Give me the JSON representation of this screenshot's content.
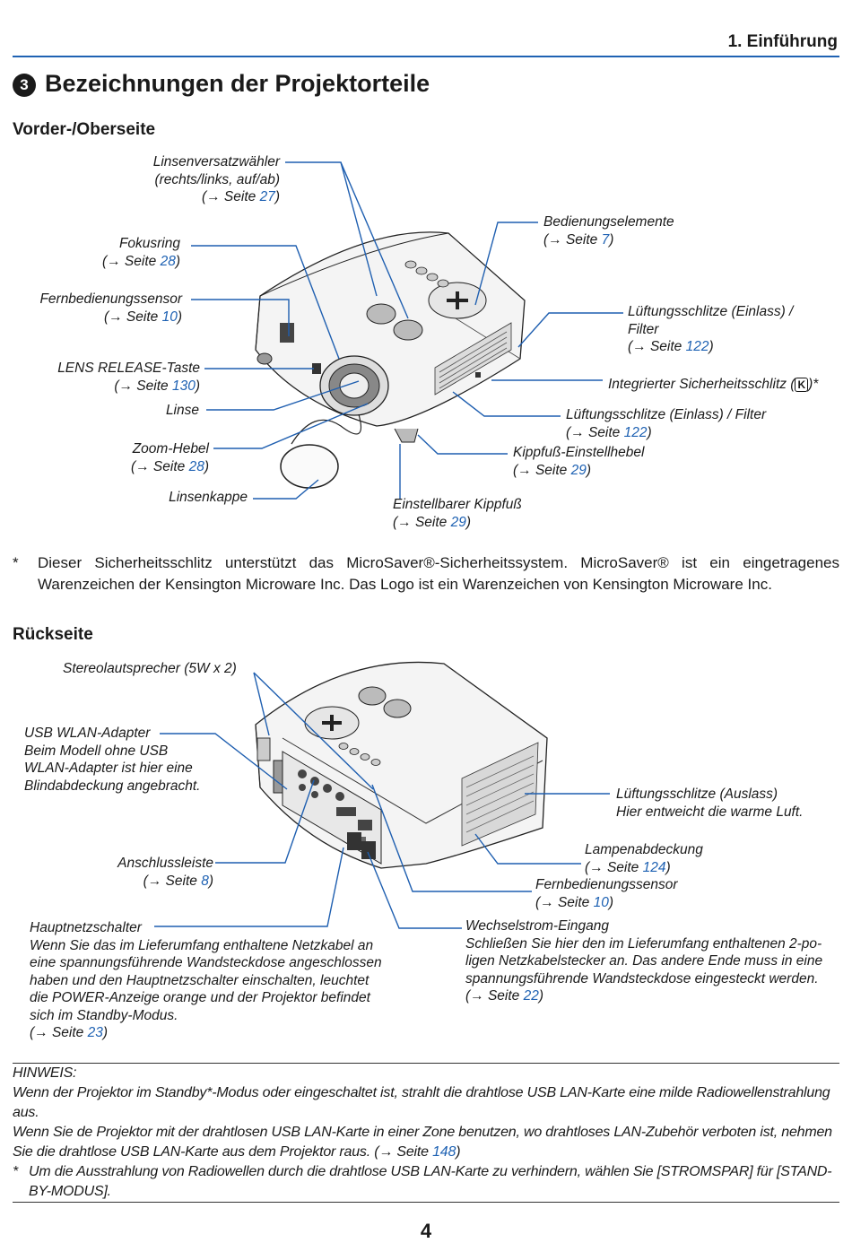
{
  "header": {
    "chapter": "1. Einführung"
  },
  "section": {
    "number": "❸",
    "title": "Bezeichnungen der Projektorteile"
  },
  "front": {
    "heading": "Vorder-/Oberseite",
    "labels": {
      "lens_shift": [
        "Linsenversatzwähler",
        "(rechts/links, auf/ab)"
      ],
      "lens_shift_ref_pre": "(→ Seite ",
      "lens_shift_ref": "27",
      "ref_post": ")",
      "focus": "Fokusring",
      "focus_ref": "28",
      "remote_sensor": "Fernbedienungssensor",
      "remote_sensor_ref": "10",
      "lens_release": "LENS RELEASE-Taste",
      "lens_release_ref": "130",
      "lens": "Linse",
      "zoom": "Zoom-Hebel",
      "zoom_ref": "28",
      "lens_cap": "Linsenkappe",
      "controls": "Bedienungselemente",
      "controls_ref": "7",
      "vent_filter_1a": "Lüftungsschlitze (Einlass) /",
      "vent_filter_1b": "Filter",
      "vent_filter_1_ref": "122",
      "security_slot_pre": "Integrierter Sicherheitsschlitz (",
      "security_slot_post": ")*",
      "vent_filter_2": "Lüftungsschlitze (Einlass) / Filter",
      "vent_filter_2_ref": "122",
      "tilt_lever": "Kippfuß-Einstellhebel",
      "tilt_lever_ref": "29",
      "tilt_foot": "Einstellbarer Kippfuß",
      "tilt_foot_ref": "29"
    },
    "footnote_star": "*",
    "footnote": "Dieser Sicherheitsschlitz unterstützt das MicroSaver®-Sicherheitssystem. MicroSaver® ist ein eingetragenes Warenzeichen der Kensington Microware Inc. Das Logo ist ein Warenzeichen von Kensington Microware Inc."
  },
  "rear": {
    "heading": "Rückseite",
    "labels": {
      "speakers": "Stereolautsprecher (5W x 2)",
      "usb_1": "USB WLAN-Adapter",
      "usb_2": "Beim Modell ohne USB",
      "usb_3": "WLAN-Adapter ist hier eine",
      "usb_4": "Blindabdeckung angebracht.",
      "terminal": "Anschlussleiste",
      "terminal_ref": "8",
      "main_switch": "Hauptnetzschalter",
      "main_switch_desc": [
        "Wenn Sie das im Lieferumfang enthaltene Netzkabel an",
        "eine spannungsführende Wandsteckdose angeschlossen",
        "haben und den Hauptnetzschalter einschalten, leuchtet",
        "die POWER-Anzeige orange und der Projektor befindet",
        "sich im Standby-Modus."
      ],
      "main_switch_ref": "23",
      "vent_out_1": "Lüftungsschlitze (Auslass)",
      "vent_out_2": "Hier entweicht die warme Luft.",
      "lamp_cover": "Lampenabdeckung",
      "lamp_cover_ref": "124",
      "remote_sensor": "Fernbedienungssensor",
      "remote_sensor_ref": "10",
      "ac_in": "Wechselstrom-Eingang",
      "ac_in_desc": [
        "Schließen Sie hier den im Lieferumfang enthaltenen 2-po-",
        "ligen Netzkabelstecker an. Das andere Ende muss in eine",
        "spannungsführende Wandsteckdose eingesteckt werden."
      ],
      "ac_in_ref": "22"
    }
  },
  "hinweis": {
    "title": "HINWEIS:",
    "p1": "Wenn der Projektor im Standby*-Modus oder eingeschaltet ist, strahlt die drahtlose USB LAN-Karte eine milde Radiowellenstrahlung aus.",
    "p2_pre": "Wenn Sie de Projektor mit der drahtlosen USB LAN-Karte in einer Zone benutzen, wo drahtloses LAN-Zubehör verboten ist, nehmen Sie die drahtlose USB LAN-Karte aus dem Projektor raus. (→ Seite ",
    "p2_ref": "148",
    "p2_post": ")",
    "star": "*",
    "p3": "Um die Ausstrahlung von Radiowellen durch die drahtlose USB LAN-Karte zu verhindern, wählen Sie [STROMSPAR] für [STAND-BY-MODUS]."
  },
  "page_number": "4",
  "colors": {
    "accent": "#1f62b3",
    "leader": "#1f5fb0"
  }
}
